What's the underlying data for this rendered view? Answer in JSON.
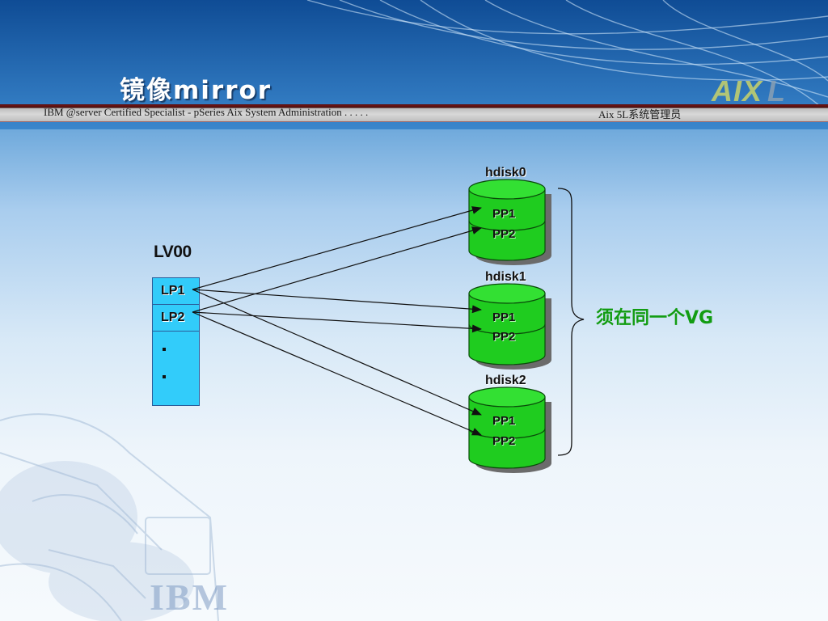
{
  "slide": {
    "title": "镜像mirror",
    "header_left": "IBM @server Certified Specialist - pSeries Aix System Administration . . . . .",
    "header_right": "Aix 5L系统管理员",
    "logo": {
      "main": "AIX",
      "suffix": "L"
    },
    "background_watermark": "IBM"
  },
  "diagram": {
    "lv": {
      "label": "LV00",
      "partitions": [
        "LP1",
        "LP2"
      ],
      "ellipsis": [
        ".",
        "."
      ]
    },
    "disks": [
      {
        "label": "hdisk0",
        "pps": [
          "PP1",
          "PP2"
        ]
      },
      {
        "label": "hdisk1",
        "pps": [
          "PP1",
          "PP2"
        ]
      },
      {
        "label": "hdisk2",
        "pps": [
          "PP1",
          "PP2"
        ]
      }
    ],
    "mappings": [
      {
        "from": "LP1",
        "to": "hdisk0.PP1"
      },
      {
        "from": "LP2",
        "to": "hdisk0.PP2"
      },
      {
        "from": "LP1",
        "to": "hdisk1.PP1"
      },
      {
        "from": "LP2",
        "to": "hdisk1.PP2"
      },
      {
        "from": "LP1",
        "to": "hdisk2.PP1"
      },
      {
        "from": "LP2",
        "to": "hdisk2.PP2"
      }
    ],
    "note": "须在同一个VG"
  },
  "colors": {
    "lv_fill": "#32ccfa",
    "disk_fill": "#1fcc1f",
    "note_text": "#129c12",
    "header_strip": "#6b1414"
  }
}
